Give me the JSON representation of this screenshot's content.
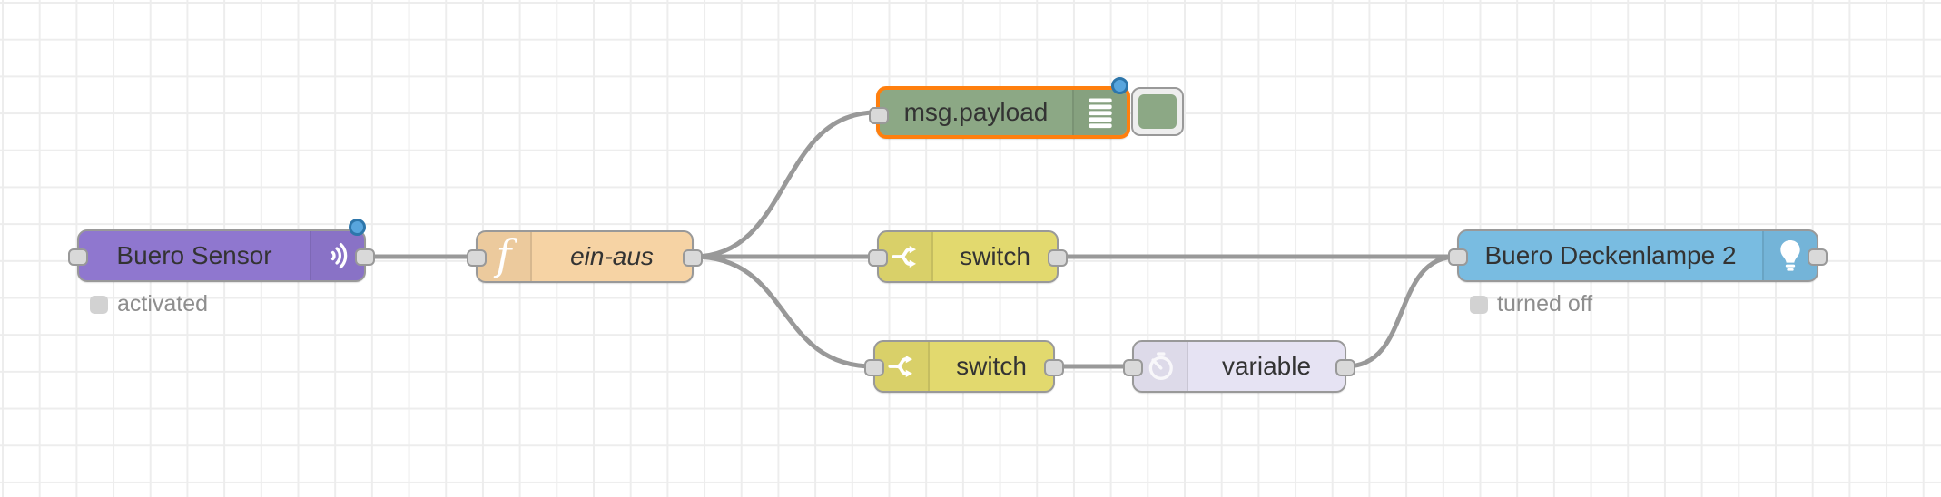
{
  "app": {
    "name": "Node-RED flow editor canvas"
  },
  "nodes": [
    {
      "id": "buero-sensor",
      "label": "Buero Sensor",
      "type": "sensor",
      "color": "#8f77cf",
      "icon": "signal-icon",
      "icon_side": "right",
      "status": "activated",
      "changed": true,
      "selected": false,
      "ports": [
        "in",
        "out"
      ]
    },
    {
      "id": "ein-aus",
      "label": "ein-aus",
      "type": "function",
      "color": "#f6d3a4",
      "icon": "function-icon",
      "icon_side": "left",
      "changed": false,
      "selected": false,
      "ports": [
        "in",
        "out"
      ]
    },
    {
      "id": "msg-payload",
      "label": "msg.payload",
      "type": "debug",
      "color": "#8ca885",
      "icon": "debug-list-icon",
      "icon_side": "right",
      "changed": true,
      "selected": true,
      "ports": [
        "in"
      ]
    },
    {
      "id": "switch-1",
      "label": "switch",
      "type": "switch",
      "color": "#e2d96e",
      "icon": "switch-icon",
      "icon_side": "left",
      "changed": false,
      "selected": false,
      "ports": [
        "in",
        "out"
      ]
    },
    {
      "id": "switch-2",
      "label": "switch",
      "type": "switch",
      "color": "#e2d96e",
      "icon": "switch-icon",
      "icon_side": "left",
      "changed": false,
      "selected": false,
      "ports": [
        "in",
        "out"
      ]
    },
    {
      "id": "variable",
      "label": "variable",
      "type": "trigger",
      "color": "#e6e3f3",
      "icon": "trigger-icon",
      "icon_side": "left",
      "changed": false,
      "selected": false,
      "ports": [
        "in",
        "out"
      ]
    },
    {
      "id": "deckenlampe",
      "label": "Buero Deckenlampe 2",
      "type": "light",
      "color": "#79bce1",
      "icon": "bulb-icon",
      "icon_side": "right",
      "status": "turned off",
      "changed": false,
      "selected": false,
      "ports": [
        "in",
        "out"
      ]
    }
  ],
  "wires": [
    {
      "from": "buero-sensor",
      "to": "ein-aus"
    },
    {
      "from": "ein-aus",
      "to": "msg-payload"
    },
    {
      "from": "ein-aus",
      "to": "switch-1"
    },
    {
      "from": "ein-aus",
      "to": "switch-2"
    },
    {
      "from": "switch-1",
      "to": "deckenlampe"
    },
    {
      "from": "switch-2",
      "to": "variable"
    },
    {
      "from": "variable",
      "to": "deckenlampe"
    }
  ],
  "colors": {
    "wire": "#999999",
    "grid": "#ededed",
    "selection_border": "#ff7f0e",
    "changed_dot": "#58a5dd",
    "port_fill": "#d9d9d9",
    "node_border": "#999999",
    "status_text": "#8e8e8e"
  }
}
